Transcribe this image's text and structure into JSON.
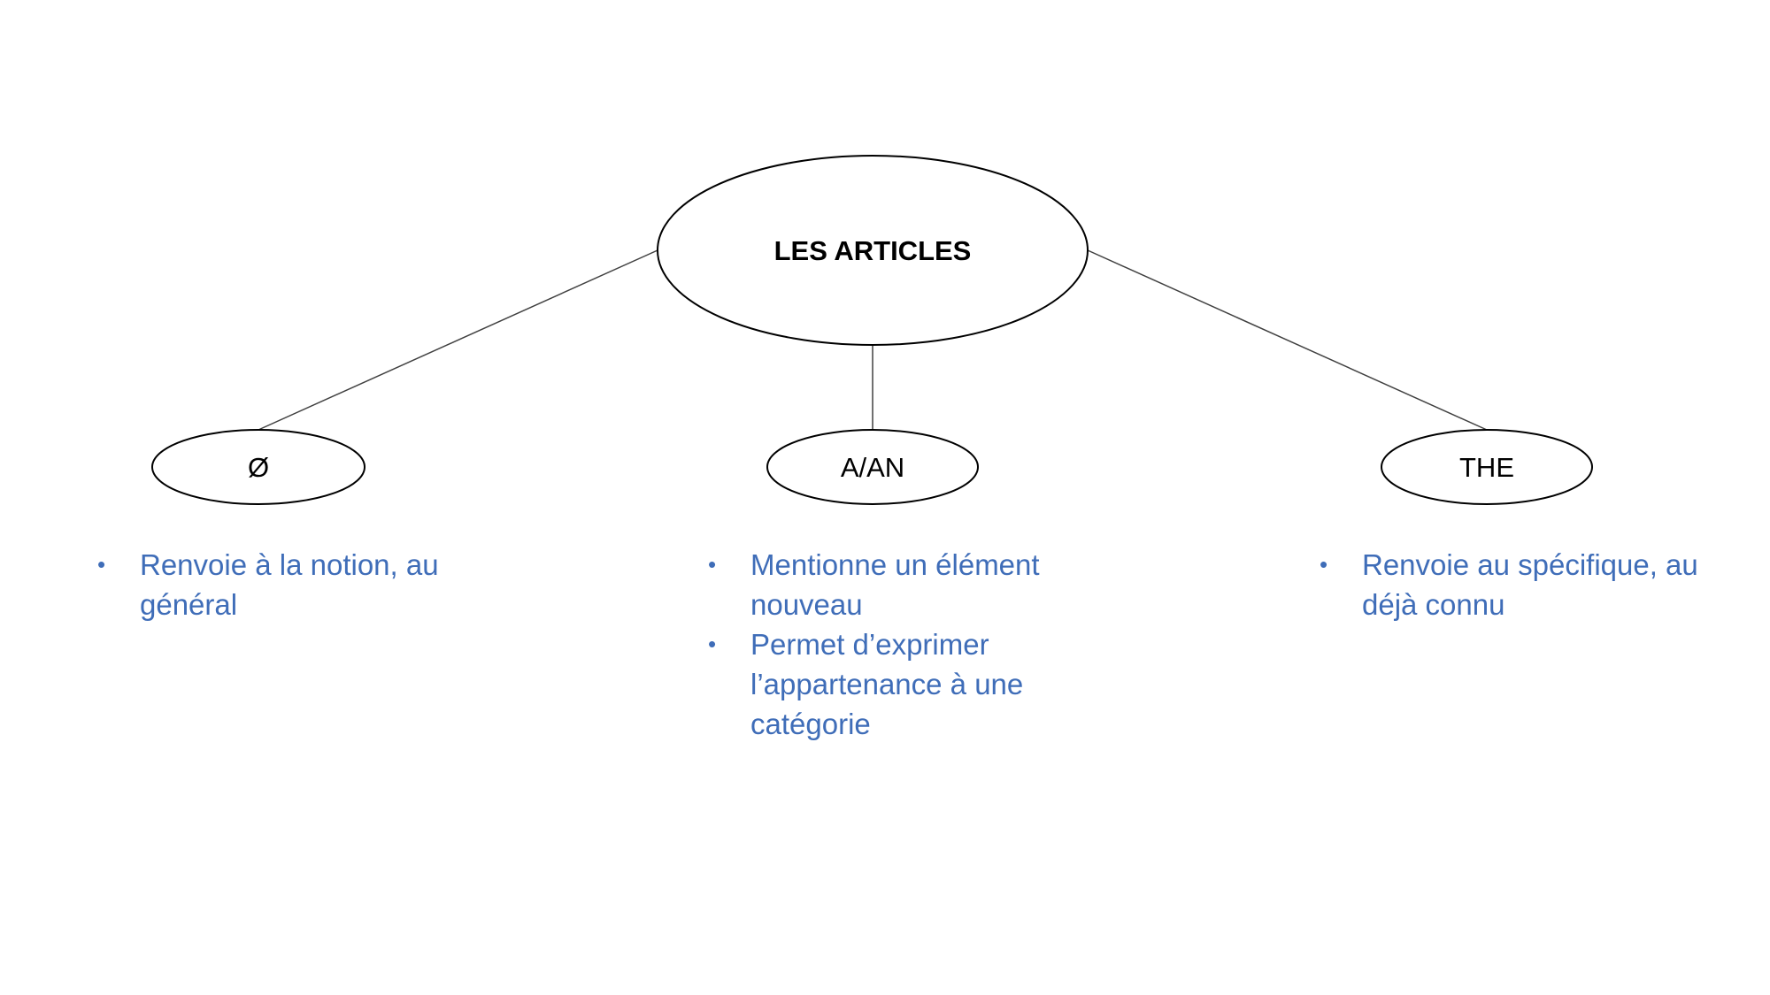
{
  "diagram": {
    "root": {
      "label": "LES ARTICLES"
    },
    "children": [
      {
        "label": "Ø",
        "bullets": [
          "Renvoie à la notion, au général"
        ]
      },
      {
        "label": "A/AN",
        "bullets": [
          "Mentionne un élément nouveau",
          "Permet d’exprimer l’appartenance à une catégorie"
        ]
      },
      {
        "label": "THE",
        "bullets": [
          "Renvoie au spécifique, au déjà connu"
        ]
      }
    ],
    "colors": {
      "outline": "#000000",
      "connector": "#404040",
      "bullet_text": "#3f6db8"
    }
  }
}
